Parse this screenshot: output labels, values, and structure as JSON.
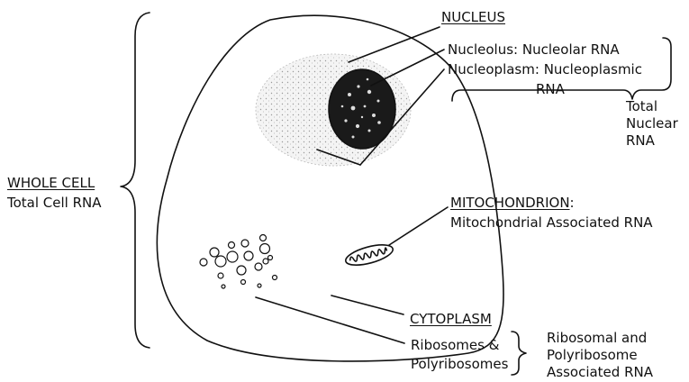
{
  "whole_cell": {
    "heading": "WHOLE CELL",
    "sub": "Total Cell RNA"
  },
  "nucleus": {
    "heading": "NUCLEUS"
  },
  "nucleolus": {
    "name": "Nucleolus",
    "rna": "Nucleolar RNA"
  },
  "nucleoplasm": {
    "name": "Nucleoplasm",
    "rna_line1": "Nucleoplasmic",
    "rna_line2": "RNA"
  },
  "total_nuclear": {
    "line1": "Total",
    "line2": "Nuclear",
    "line3": "RNA"
  },
  "mitochondrion": {
    "heading": "MITOCHONDRION",
    "sub": "Mitochondrial Associated RNA"
  },
  "cytoplasm": {
    "heading": "CYTOPLASM"
  },
  "ribosomes": {
    "line1": "Ribosomes &",
    "line2": "Polyribosomes"
  },
  "ribosomal_rna": {
    "line1": "Ribosomal and",
    "line2": "Polyribosome",
    "line3": "Associated RNA"
  },
  "colors": {
    "ink": "#111111",
    "nucleoplasm_fill": "#ececec",
    "nucleolus_fill": "#1a1a1a",
    "background": "#ffffff"
  }
}
